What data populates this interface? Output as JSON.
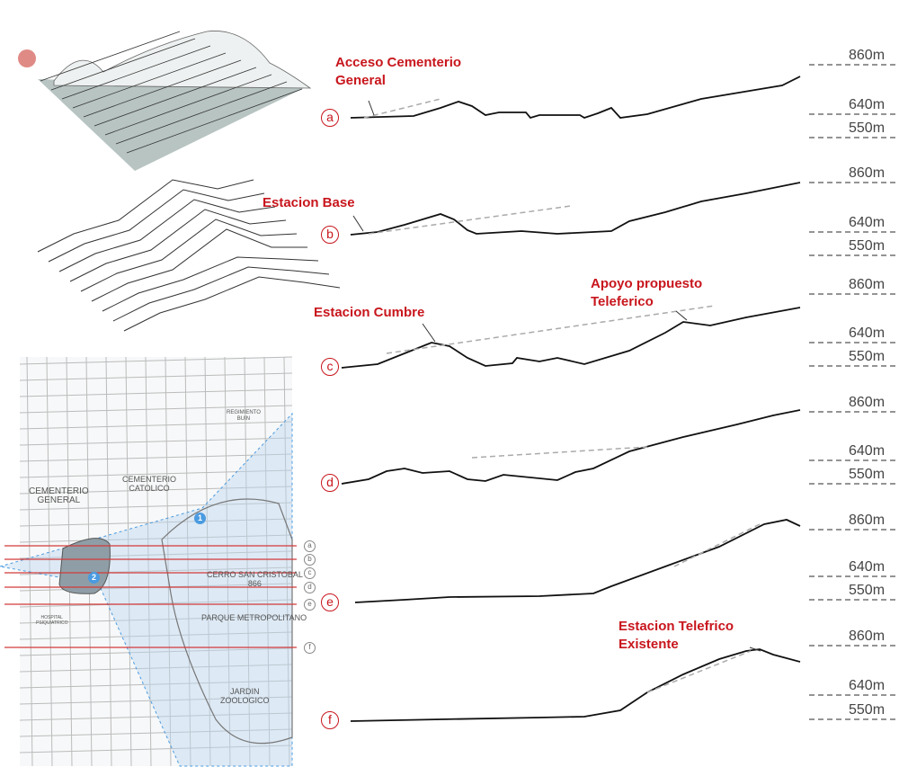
{
  "elevation_labels": [
    "860m",
    "640m",
    "550m"
  ],
  "sections": [
    {
      "id": "a",
      "annotation": "Acceso Cementerio\nGeneral"
    },
    {
      "id": "b",
      "annotation": "Estacion Base"
    },
    {
      "id": "c",
      "annotation": "Estacion Cumbre",
      "annotation2": "Apoyo propuesto\nTeleferico"
    },
    {
      "id": "d"
    },
    {
      "id": "e"
    },
    {
      "id": "f",
      "annotation": "Estacion Telefrico\nExistente"
    }
  ],
  "map": {
    "labels": {
      "cementerio_general": "CEMENTERIO\nGENERAL",
      "cementerio_catolico": "CEMENTERIO\nCATOLICO",
      "regimiento": "REGIMIENTO\nBUIN",
      "cerro": "CERRO SAN CRISTOBAL\n866",
      "parque": "PARQUE METROPOLITANO",
      "jardin": "JARDIN\nZOOLOGICO",
      "hospital": "HOSPITAL\nPSIQUIATRICO"
    },
    "markers": [
      "1",
      "2"
    ]
  },
  "colors": {
    "accent": "#c8161d",
    "map_blue": "#4a9be0"
  }
}
